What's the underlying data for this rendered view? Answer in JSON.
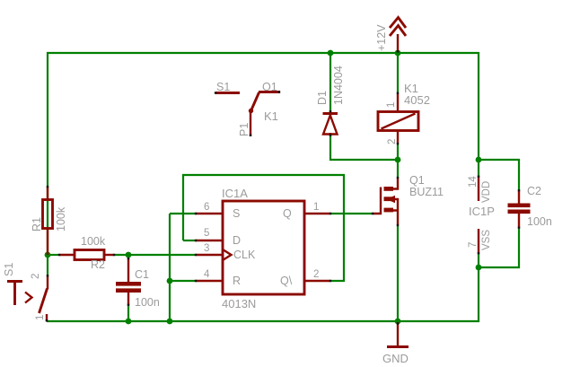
{
  "colors": {
    "wire": "#008000",
    "component": "#8b0a00",
    "label": "#9b9b9b",
    "tick": "#141414",
    "background": "#ffffff"
  },
  "schematic": {
    "power": {
      "vcc": "+12V",
      "gnd": "GND"
    },
    "relay_contact": {
      "part": "K1",
      "terminal_s": "S1",
      "terminal_o": "O1",
      "terminal_p": "P1"
    },
    "diode_d1": {
      "ref": "D1",
      "value": "1N4004"
    },
    "relay_coil_k1": {
      "ref": "K1",
      "value": "4052",
      "pin1": "1",
      "pin2": "2"
    },
    "resistor_r1": {
      "ref": "R1",
      "value": "100k"
    },
    "resistor_r2": {
      "ref": "R2",
      "value": "100k"
    },
    "cap_c1": {
      "ref": "C1",
      "value": "100n"
    },
    "cap_c2": {
      "ref": "C2",
      "value": "100n"
    },
    "switch_s1": {
      "ref": "S1",
      "pin1": "1",
      "pin2": "2"
    },
    "mosfet_q1": {
      "ref": "Q1",
      "value": "BUZ11"
    },
    "flipflop_ic1a": {
      "ref": "IC1A",
      "value": "4013N",
      "pin_s": {
        "num": "6",
        "label": "S"
      },
      "pin_d": {
        "num": "5",
        "label": "D"
      },
      "pin_clk": {
        "num": "3",
        "label": "CLK"
      },
      "pin_r": {
        "num": "4",
        "label": "R"
      },
      "pin_q": {
        "num": "1",
        "label": "Q"
      },
      "pin_qn": {
        "num": "2",
        "label": "Q\\"
      }
    },
    "power_ic1p": {
      "ref": "IC1P",
      "vdd_num": "14",
      "vdd_label": "VDD",
      "vss_num": "7",
      "vss_label": "VSS"
    }
  }
}
